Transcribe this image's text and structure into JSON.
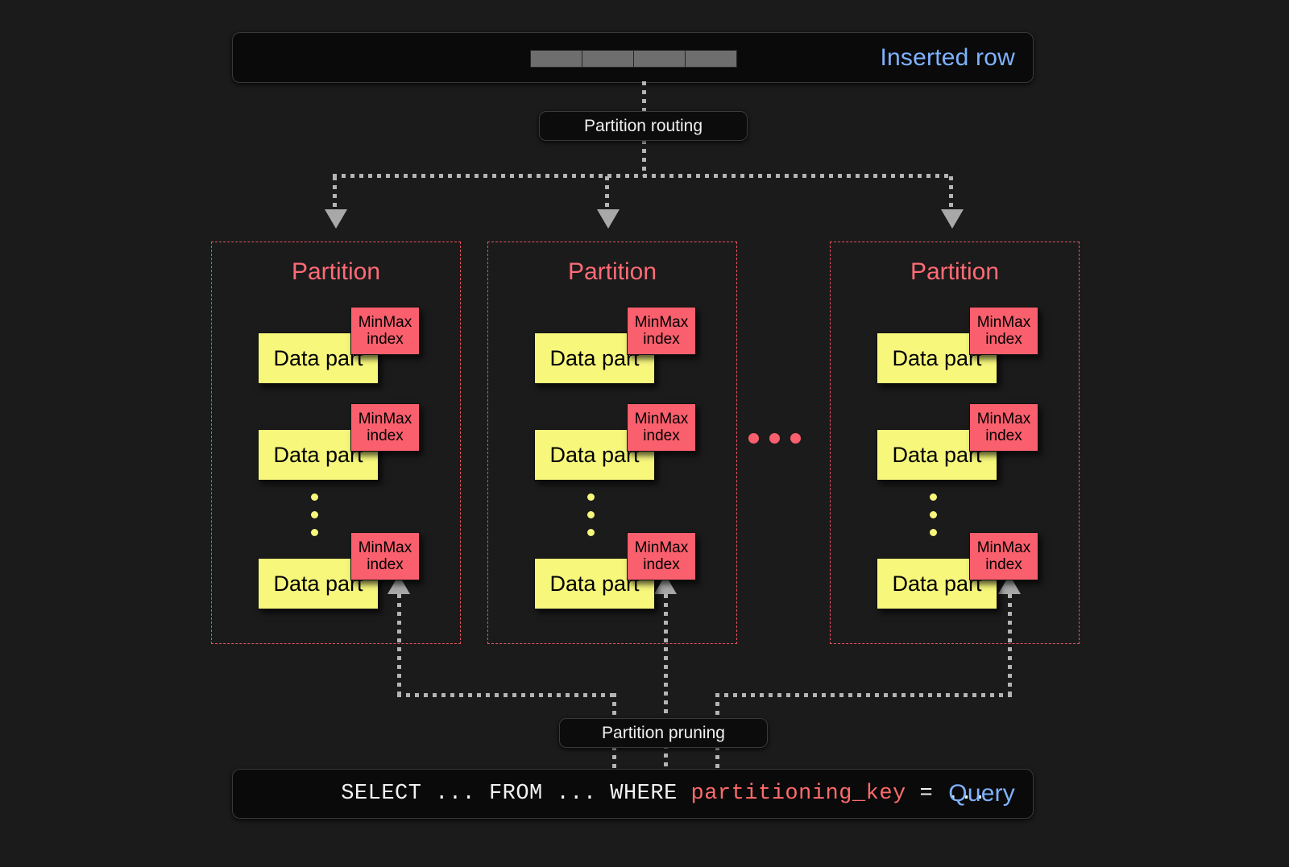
{
  "top_bar": {
    "label": "Inserted row",
    "label_color": "#7fb2ff",
    "row_cell_count": 4
  },
  "routing": {
    "label": "Partition routing"
  },
  "pruning": {
    "label": "Partition pruning"
  },
  "query_bar": {
    "label": "Query",
    "label_color": "#7fb2ff",
    "sql_prefix": "SELECT ... FROM ... WHERE ",
    "sql_key": "partitioning_key",
    "sql_suffix": " = ...",
    "key_color": "#ff6b6b"
  },
  "partitions": [
    {
      "title": "Partition",
      "parts": [
        {
          "data_part_label": "Data part",
          "index_label": "MinMax\nindex"
        },
        {
          "data_part_label": "Data part",
          "index_label": "MinMax\nindex"
        },
        {
          "data_part_label": "Data part",
          "index_label": "MinMax\nindex"
        }
      ]
    },
    {
      "title": "Partition",
      "parts": [
        {
          "data_part_label": "Data part",
          "index_label": "MinMax\nindex"
        },
        {
          "data_part_label": "Data part",
          "index_label": "MinMax\nindex"
        },
        {
          "data_part_label": "Data part",
          "index_label": "MinMax\nindex"
        }
      ]
    },
    {
      "title": "Partition",
      "parts": [
        {
          "data_part_label": "Data part",
          "index_label": "MinMax\nindex"
        },
        {
          "data_part_label": "Data part",
          "index_label": "MinMax\nindex"
        },
        {
          "data_part_label": "Data part",
          "index_label": "MinMax\nindex"
        }
      ]
    }
  ],
  "colors": {
    "background": "#1b1b1b",
    "partition_border": "#e5535f",
    "partition_title": "#ff6b76",
    "data_part_fill": "#f7f77c",
    "minmax_fill": "#fa5f6d",
    "connector": "#b4b4b4",
    "row_cell": "#6e6e6e"
  },
  "index_label_line1": "MinMax",
  "index_label_line2": "index",
  "ellipsis_dot_count": 3
}
